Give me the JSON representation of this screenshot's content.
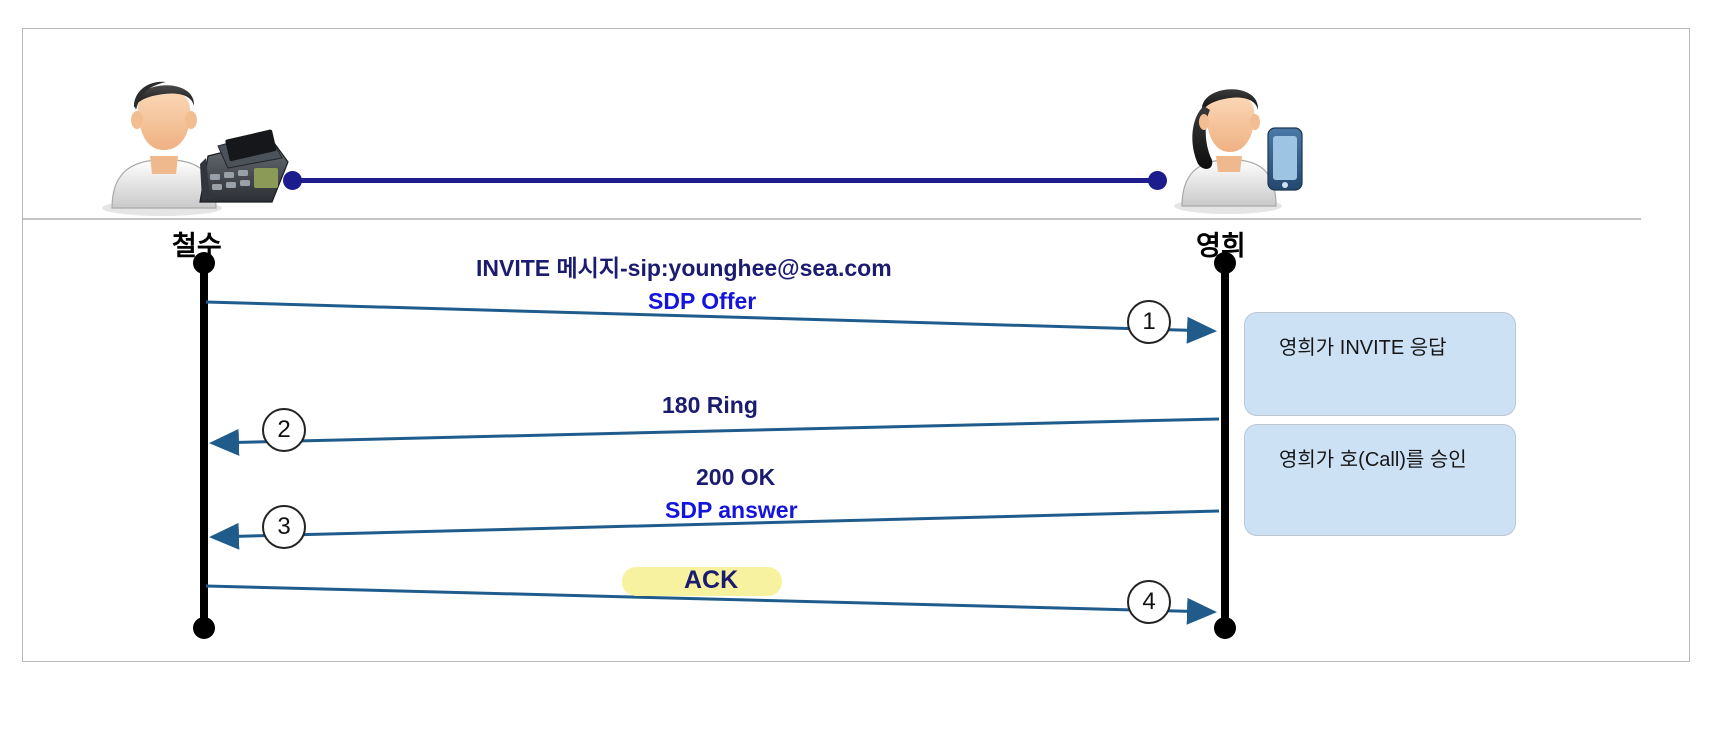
{
  "diagram": {
    "title_actors": {
      "left": "철수",
      "right": "영희"
    },
    "top_panel": {
      "left_actor_icon": "user-with-desk-ip-phone",
      "right_actor_icon": "user-with-smartphone",
      "link_label": ""
    },
    "messages": [
      {
        "id": "invite",
        "line1": "INVITE 메시지-sip:younghee@sea.com",
        "line2": "SDP Offer",
        "step": "1",
        "direction": "left-to-right",
        "color_line1": "#1b1b70",
        "color_line2": "#1414dd"
      },
      {
        "id": "ring180",
        "line1": "180 Ring",
        "line2": "",
        "step": "2",
        "direction": "right-to-left",
        "color_line1": "#1b1b70",
        "color_line2": ""
      },
      {
        "id": "ok200",
        "line1": "200 OK",
        "line2": "SDP answer",
        "step": "3",
        "direction": "right-to-left",
        "color_line1": "#1b1b70",
        "color_line2": "#1414dd"
      },
      {
        "id": "ack",
        "line1": "ACK",
        "line2": "",
        "step": "4",
        "direction": "left-to-right",
        "color_line1": "#1b1b70",
        "highlight": "#f7f2a0"
      }
    ],
    "steps": {
      "one": "1",
      "two": "2",
      "three": "3",
      "four": "4"
    },
    "callouts": [
      {
        "id": "callout-invite-response",
        "text": "영희가 INVITE 응답"
      },
      {
        "id": "callout-call-accept",
        "text": "영희가 호(Call)를 승인"
      }
    ],
    "colors": {
      "link": "#1d1d8e",
      "arrow": "#1f5c8c",
      "lifeline": "#000000",
      "callout_fill": "#cde1f5",
      "callout_border": "#b9c6d4",
      "frame_border": "#b9b9bd",
      "highlight": "#f7f2a0"
    }
  }
}
